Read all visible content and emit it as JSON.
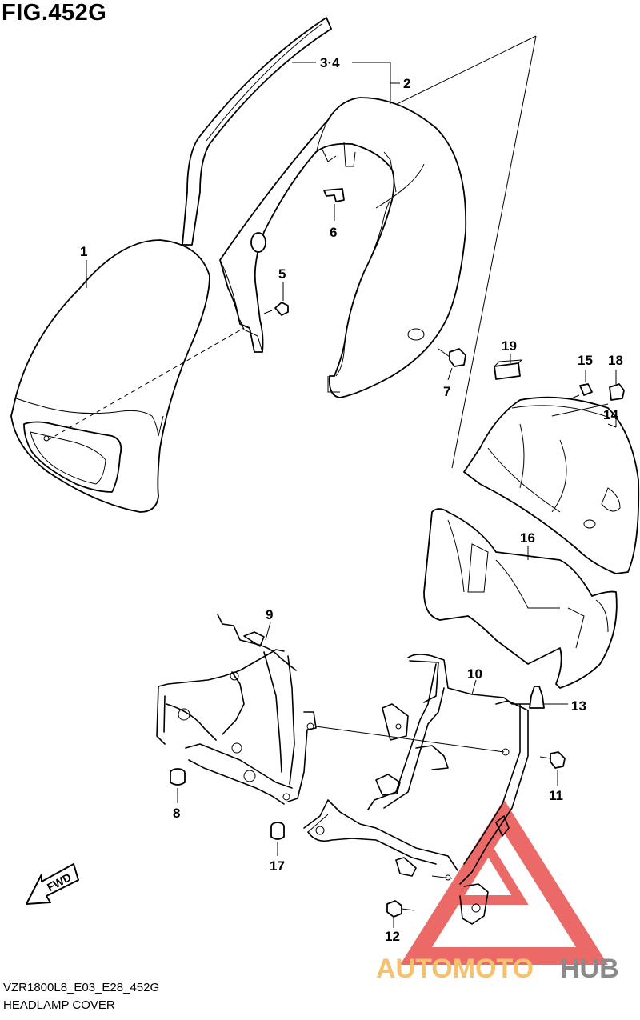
{
  "figure": {
    "title": "FIG.452G",
    "code": "VZR1800L8_E03_E28_452G",
    "caption": "HEADLAMP COVER"
  },
  "callouts": [
    {
      "id": "1",
      "label": "1"
    },
    {
      "id": "2",
      "label": "2"
    },
    {
      "id": "3-4",
      "label": "3·4"
    },
    {
      "id": "5",
      "label": "5"
    },
    {
      "id": "6",
      "label": "6"
    },
    {
      "id": "7",
      "label": "7"
    },
    {
      "id": "8",
      "label": "8"
    },
    {
      "id": "9",
      "label": "9"
    },
    {
      "id": "10",
      "label": "10"
    },
    {
      "id": "11",
      "label": "11"
    },
    {
      "id": "12",
      "label": "12"
    },
    {
      "id": "13",
      "label": "13"
    },
    {
      "id": "14",
      "label": "14"
    },
    {
      "id": "15",
      "label": "15"
    },
    {
      "id": "16",
      "label": "16"
    },
    {
      "id": "17",
      "label": "17"
    },
    {
      "id": "18",
      "label": "18"
    },
    {
      "id": "19",
      "label": "19"
    }
  ],
  "fwd_label": "FWD",
  "watermark": {
    "part1": "AUTOMOTO",
    "part2": "HUB",
    "color1": "#f5c16c",
    "color2": "#8a8a8a",
    "triangle_color": "#e53935"
  }
}
